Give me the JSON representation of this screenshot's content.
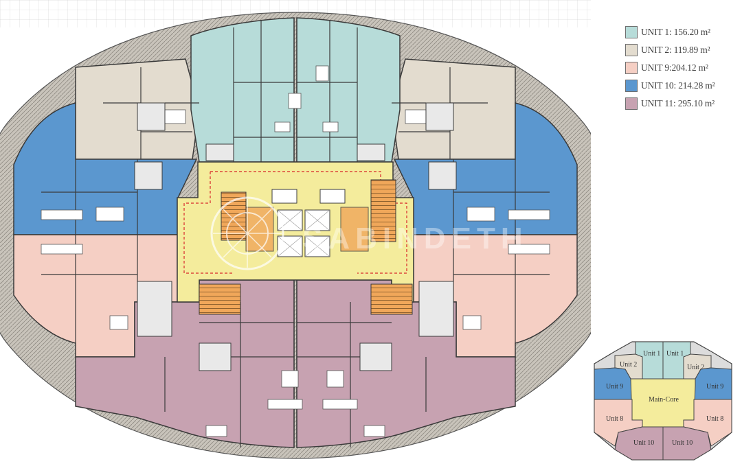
{
  "legend": {
    "items": [
      {
        "label": "UNIT 1: 156.20 m²",
        "color": "#b7dcd9"
      },
      {
        "label": "UNIT 2: 119.89 m²",
        "color": "#e3dccf"
      },
      {
        "label": "UNIT 9:204.12 m²",
        "color": "#f5cfc4"
      },
      {
        "label": "UNIT 10: 214.28 m²",
        "color": "#5b97cf"
      },
      {
        "label": "UNIT 11: 295.10 m²",
        "color": "#c7a2b1"
      }
    ]
  },
  "key_plan": {
    "unit_1_left": "Unit 1",
    "unit_1_right": "Unit 1",
    "unit_2_left": "Unit 2",
    "unit_2_right": "Unit 2",
    "unit_9_left": "Unit 9",
    "unit_9_right": "Unit 9",
    "main_core": "Main-Core",
    "unit_8_left": "Unit 8",
    "unit_8_right": "Unit 8",
    "unit_10_left": "Unit 10",
    "unit_10_right": "Unit 10"
  },
  "colors": {
    "unit_1": "#b7dcd9",
    "unit_2": "#e3dccf",
    "unit_9": "#f5cfc4",
    "unit_10": "#5b97cf",
    "unit_11": "#c7a2b1",
    "core": "#f4ec9c",
    "stairs": "#f0a75a",
    "terrace": "#a7a29a",
    "walls": "#3a3a3a"
  }
}
